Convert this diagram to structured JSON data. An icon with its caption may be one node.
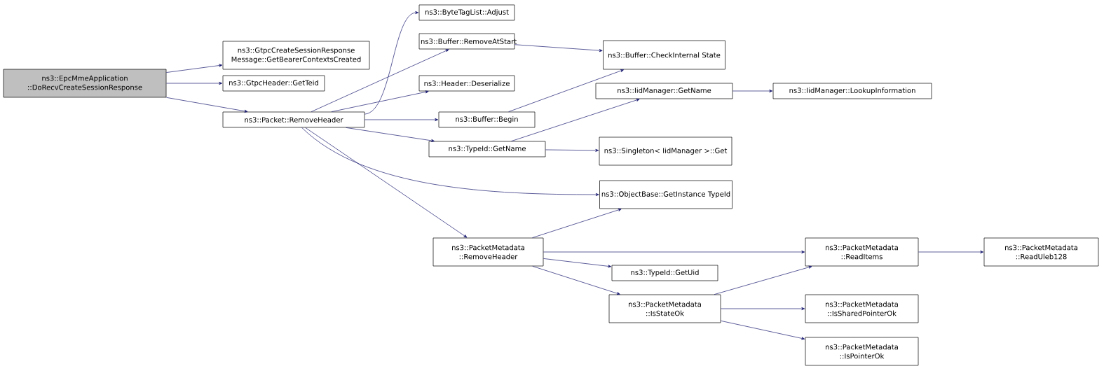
{
  "diagram": {
    "nodes": [
      {
        "text": [
          "ns3::EpcMmeApplication ::DoRecvCreateSessionResponse"
        ]
      },
      {
        "text": [
          "ns3::GtpcCreateSessionResponse Message::GetBearerContextsCreated"
        ]
      },
      {
        "text": [
          "ns3::GtpcHeader::GetTeid"
        ]
      },
      {
        "text": [
          "ns3::Packet::RemoveHeader"
        ]
      },
      {
        "text": [
          "ns3::ByteTagList::Adjust"
        ]
      },
      {
        "text": [
          "ns3::Buffer::RemoveAtStart"
        ]
      },
      {
        "text": [
          "ns3::Buffer::CheckInternal State"
        ]
      },
      {
        "text": [
          "ns3::Header::Deserialize"
        ]
      },
      {
        "text": [
          "ns3::Buffer::Begin"
        ]
      },
      {
        "text": [
          "ns3::IidManager::GetName"
        ]
      },
      {
        "text": [
          "ns3::IidManager::LookupInformation"
        ]
      },
      {
        "text": [
          "ns3::TypeId::GetName"
        ]
      },
      {
        "text": [
          "ns3::Singleton< IidManager >::Get"
        ]
      },
      {
        "text": [
          "ns3::ObjectBase::GetInstance TypeId"
        ]
      },
      {
        "text": [
          "ns3::PacketMetadata ::RemoveHeader"
        ]
      },
      {
        "text": [
          "ns3::PacketMetadata ::ReadItems"
        ]
      },
      {
        "text": [
          "ns3::PacketMetadata ::ReadUleb128"
        ]
      },
      {
        "text": [
          "ns3::TypeId::GetUid"
        ]
      },
      {
        "text": [
          "ns3::PacketMetadata ::IsStateOk"
        ]
      },
      {
        "text": [
          "ns3::PacketMetadata ::IsSharedPointerOk"
        ]
      },
      {
        "text": [
          "ns3::PacketMetadata ::IsPointerOk"
        ]
      }
    ],
    "edges": [
      {
        "from": 0,
        "to": 1,
        "arrow": "to"
      },
      {
        "from": 0,
        "to": 2,
        "arrow": "to"
      },
      {
        "from": 0,
        "to": 3,
        "arrow": "to"
      },
      {
        "from": 3,
        "to": 4,
        "arrow": "to"
      },
      {
        "from": 3,
        "to": 5,
        "arrow": "to"
      },
      {
        "from": 3,
        "to": 7,
        "arrow": "to"
      },
      {
        "from": 3,
        "to": 8,
        "arrow": "to"
      },
      {
        "from": 3,
        "to": 11,
        "arrow": "to"
      },
      {
        "from": 3,
        "to": 13,
        "arrow": "to"
      },
      {
        "from": 3,
        "to": 14,
        "arrow": "to"
      },
      {
        "from": 5,
        "to": 6,
        "arrow": "to"
      },
      {
        "from": 8,
        "to": 6,
        "arrow": "to"
      },
      {
        "from": 9,
        "to": 10,
        "arrow": "to"
      },
      {
        "from": 11,
        "to": 9,
        "arrow": "to"
      },
      {
        "from": 11,
        "to": 12,
        "arrow": "to"
      },
      {
        "from": 14,
        "to": 13,
        "arrow": "to"
      },
      {
        "from": 14,
        "to": 15,
        "arrow": "to"
      },
      {
        "from": 14,
        "to": 17,
        "arrow": "to"
      },
      {
        "from": 14,
        "to": 18,
        "arrow": "to"
      },
      {
        "from": 18,
        "to": 15,
        "arrow": "to"
      },
      {
        "from": 18,
        "to": 19,
        "arrow": "to"
      },
      {
        "from": 18,
        "to": 20,
        "arrow": "to"
      },
      {
        "from": 15,
        "to": 16,
        "arrow": "to"
      }
    ]
  }
}
